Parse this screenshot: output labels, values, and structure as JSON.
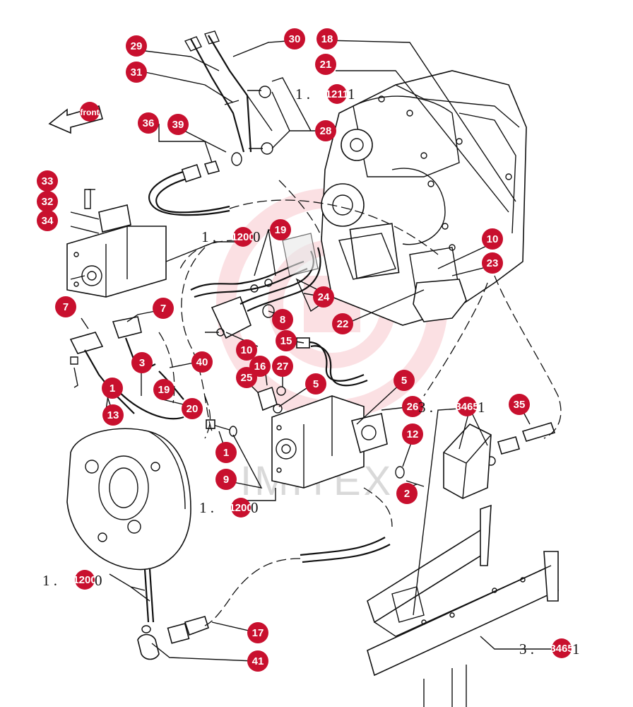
{
  "watermark": "IMITEX",
  "front_label": "front",
  "colors": {
    "callout": "#c8102e",
    "line": "#111111",
    "watermark_logo": "#f4c7cc"
  },
  "callouts": [
    "29",
    "30",
    "18",
    "21",
    "31",
    "28",
    "36",
    "39",
    "33",
    "32",
    "34",
    "19",
    "10",
    "23",
    "7",
    "7",
    "8",
    "24",
    "22",
    "15",
    "10",
    "40",
    "3",
    "16",
    "27",
    "25",
    "5",
    "1",
    "19",
    "13",
    "20",
    "5",
    "26",
    "35",
    "12",
    "1",
    "9",
    "2",
    "17",
    "41"
  ],
  "references": [
    {
      "prefix": "1 . ",
      "code": "1211",
      "suffix": " 1"
    },
    {
      "prefix": "1 . ",
      "code": "1200",
      "suffix": " 0"
    },
    {
      "prefix": "1 . ",
      "code": "1200",
      "suffix": " 0"
    },
    {
      "prefix": "1 . ",
      "code": "1200",
      "suffix": " 0"
    },
    {
      "prefix": "3 . ",
      "code": "3465",
      "suffix": " 1"
    },
    {
      "prefix": "3 . ",
      "code": "3465",
      "suffix": " 1"
    }
  ]
}
